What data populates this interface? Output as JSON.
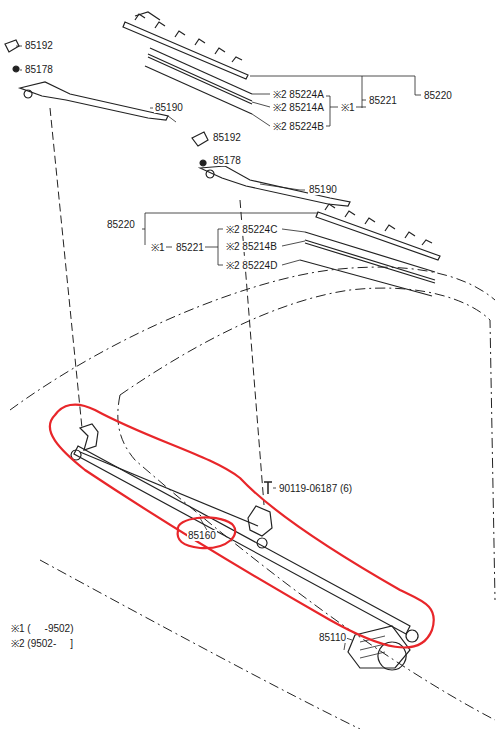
{
  "diagram": {
    "labels": [
      "85192",
      "85178",
      "85190",
      "※2 85224A",
      "※2 85214A",
      "※1",
      "※2 85224B",
      "85221",
      "85220",
      "85192",
      "85178",
      "85190",
      "85220",
      "※1",
      "85221",
      "※2 85224C",
      "※2 85214B",
      "※2 85224D",
      "90119-06187 (6)",
      "85160",
      "85110",
      "※1 (     -9502)",
      "※2 (9502-     ]"
    ]
  }
}
